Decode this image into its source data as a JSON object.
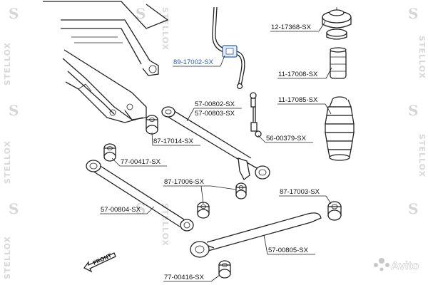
{
  "watermark": {
    "text": "STELLOX",
    "letter": "S",
    "marketplace": "Avito"
  },
  "front_label": "FRONT",
  "callouts": [
    {
      "id": "12-17368",
      "text": "12-17368-SX",
      "highlight": false
    },
    {
      "id": "89-17002",
      "text": "89-17002-SX",
      "highlight": true
    },
    {
      "id": "11-17008",
      "text": "11-17008-SX",
      "highlight": false
    },
    {
      "id": "11-17085",
      "text": "11-17085-SX",
      "highlight": false
    },
    {
      "id": "57-00802",
      "text": "57-00802-SX",
      "highlight": false
    },
    {
      "id": "57-00803",
      "text": "57-00803-SX",
      "highlight": false
    },
    {
      "id": "56-00379",
      "text": "56-00379-SX",
      "highlight": false
    },
    {
      "id": "87-17014",
      "text": "87-17014-SX",
      "highlight": false
    },
    {
      "id": "77-00417",
      "text": "77-00417-SX",
      "highlight": false
    },
    {
      "id": "87-17006",
      "text": "87-17006-SX",
      "highlight": false
    },
    {
      "id": "87-17003",
      "text": "87-17003-SX",
      "highlight": false
    },
    {
      "id": "57-00804",
      "text": "57-00804-SX",
      "highlight": false
    },
    {
      "id": "57-00805",
      "text": "57-00805-SX",
      "highlight": false
    },
    {
      "id": "77-00416",
      "text": "77-00416-SX",
      "highlight": false
    }
  ]
}
